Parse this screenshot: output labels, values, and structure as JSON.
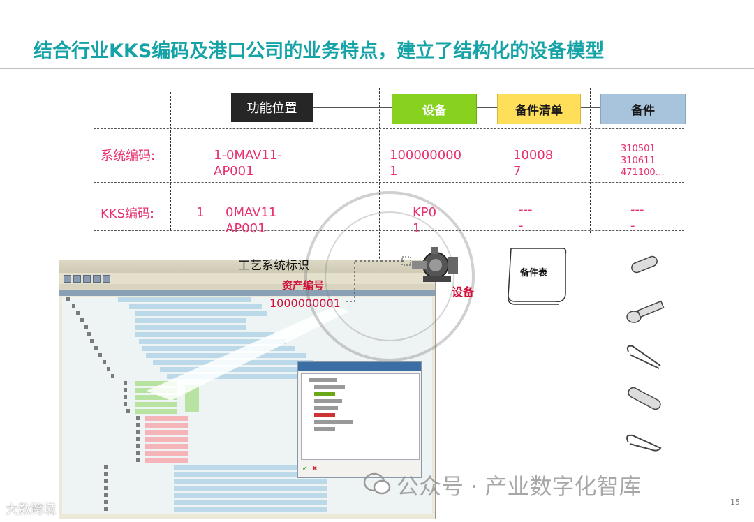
{
  "title": "结合行业KKS编码及港口公司的业务特点，建立了结构化的设备模型",
  "boxes": {
    "func_position": "功能位置",
    "equipment": "设备",
    "bom": "备件清单",
    "spare_part": "备件"
  },
  "rows": {
    "system_code": {
      "label": "系统编码:",
      "func_line1": "1-0MAV11-",
      "func_line2": "AP001",
      "equip_line1": "100000000",
      "equip_line2": "1",
      "bom_line1": "10008",
      "bom_line2": "7",
      "spare": [
        "310501",
        "310611",
        "471100…"
      ]
    },
    "kks_code": {
      "label": "KKS编码:",
      "func_a": "1",
      "func_line1": "0MAV11",
      "func_line2": "AP001",
      "equip_line1": "KP0",
      "equip_line2": "1",
      "bom_line1": "---",
      "bom_line2": "-",
      "spare_line1": "---",
      "spare_line2": "-"
    }
  },
  "labels": {
    "process_system_id": "工艺系统标识",
    "asset_number_title": "资产编号",
    "asset_number": "1000000001",
    "equipment_red": "设备",
    "bom_doc": "备件表"
  },
  "watermark": "公众号 · 产业数字化智库",
  "corner_watermark": "大数跨境",
  "page_number": "15",
  "colors": {
    "title": "#16a3a8",
    "pink": "#e8306e",
    "equipment_box": "#86d21f",
    "bom_box": "#ffdf5a",
    "spare_box": "#a8c4dc"
  }
}
